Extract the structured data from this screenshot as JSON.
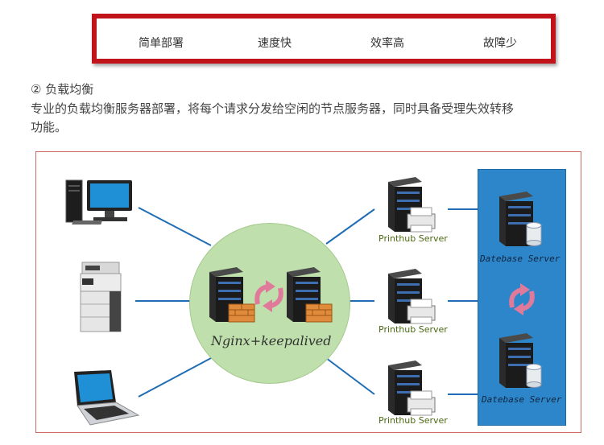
{
  "features": {
    "items": [
      "简单部署",
      "速度快",
      "效率高",
      "故障少"
    ]
  },
  "section": {
    "title": "② 负载均衡",
    "description": "专业的负载均衡服务器部署，将每个请求分发给空闲的节点服务器，同时具备受理失效转移功能。"
  },
  "diagram": {
    "clients": [
      "desktop-computer-icon",
      "printer-copier-icon",
      "laptop-icon"
    ],
    "balancer_label": "Nginx+keepalived",
    "printhub_servers": [
      "Printhub Server",
      "Printhub Server",
      "Printhub Server"
    ],
    "database_servers": [
      "Datebase Server",
      "Datebase Server"
    ],
    "colors": {
      "frame": "#c0141a",
      "balancer_circle": "#bfe0ad",
      "db_panel": "#2d86c9",
      "connector": "#1f6db5",
      "failover_arrow": "#e07a9a"
    }
  }
}
